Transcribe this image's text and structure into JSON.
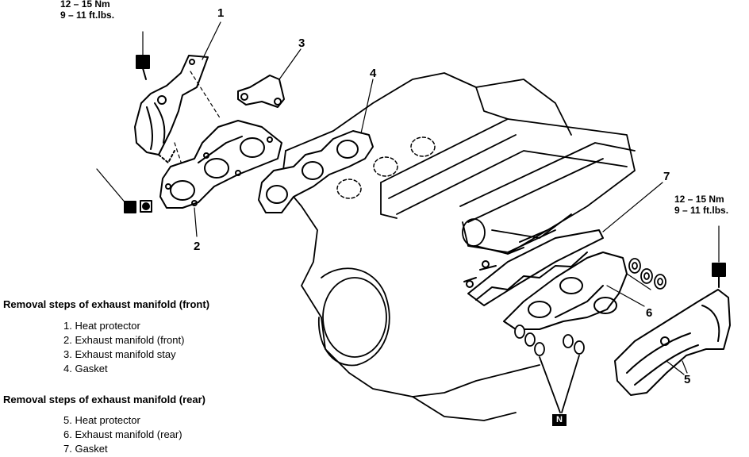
{
  "torque_top": {
    "line1": "12 – 15 Nm",
    "line2": "9 – 11 ft.lbs."
  },
  "torque_right": {
    "line1": "12 – 15 Nm",
    "line2": "9 – 11 ft.lbs."
  },
  "callouts": {
    "c1": "1",
    "c2": "2",
    "c3": "3",
    "c4": "4",
    "c5": "5",
    "c6": "6",
    "c7": "7"
  },
  "badge": "N",
  "front": {
    "heading": "Removal steps of exhaust manifold (front)",
    "steps": [
      "1. Heat protector",
      "2. Exhaust manifold (front)",
      "3. Exhaust manifold stay",
      "4. Gasket"
    ]
  },
  "rear": {
    "heading": "Removal steps of exhaust manifold (rear)",
    "steps": [
      "5. Heat protector",
      "6. Exhaust manifold (rear)",
      "7. Gasket"
    ]
  }
}
